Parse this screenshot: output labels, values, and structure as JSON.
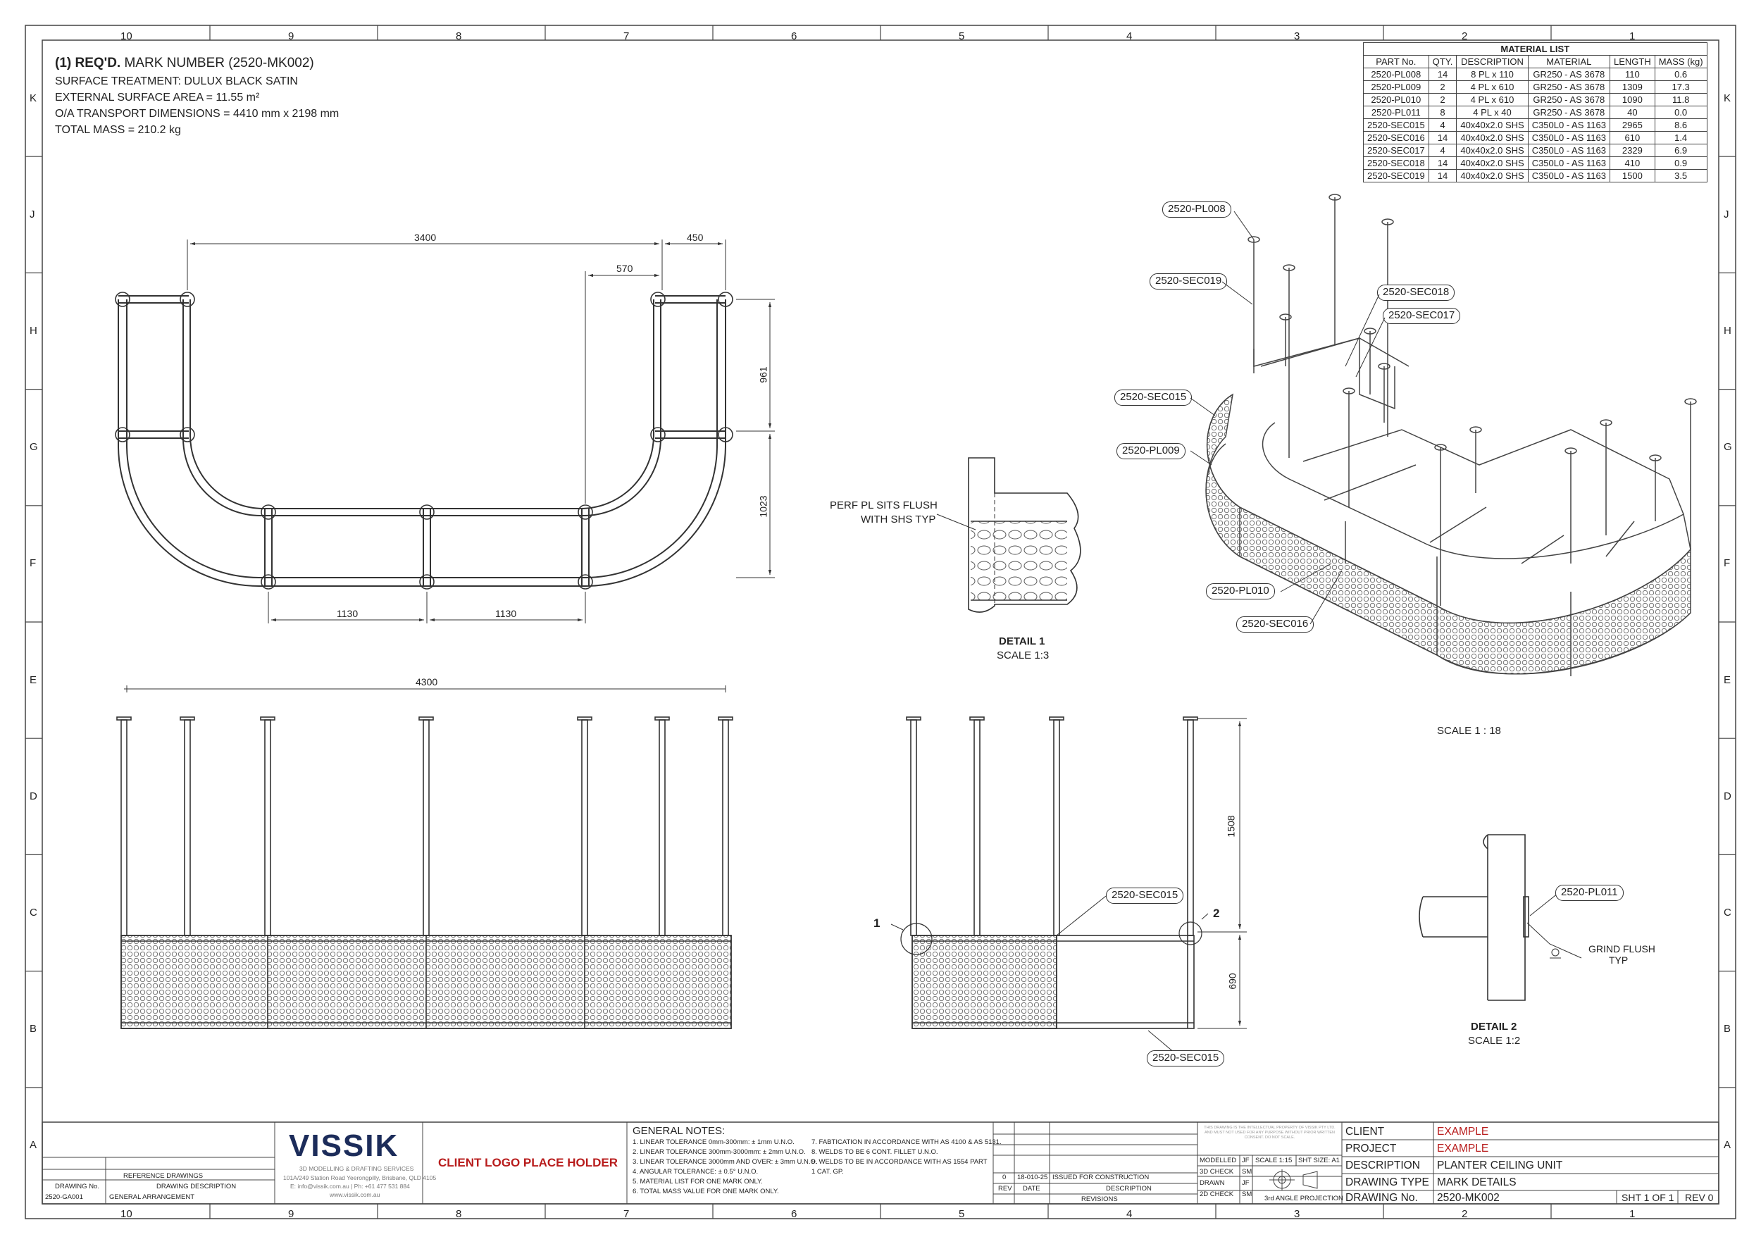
{
  "grid": {
    "columns": [
      "10",
      "9",
      "8",
      "7",
      "6",
      "5",
      "4",
      "3",
      "2",
      "1"
    ],
    "rows": [
      "K",
      "J",
      "H",
      "G",
      "F",
      "E",
      "D",
      "C",
      "B",
      "A"
    ]
  },
  "header": {
    "req_prefix": "(1) REQ'D.",
    "mark_number": "MARK NUMBER (2520-MK002)",
    "surface_treatment": "SURFACE TREATMENT: DULUX BLACK SATIN",
    "surface_area": "EXTERNAL SURFACE AREA = 11.55 m²",
    "transport_dims": "O/A TRANSPORT DIMENSIONS = 4410 mm x 2198 mm",
    "total_mass": "TOTAL MASS = 210.2 kg"
  },
  "material_list": {
    "title": "MATERIAL LIST",
    "columns": [
      "PART No.",
      "QTY.",
      "DESCRIPTION",
      "MATERIAL",
      "LENGTH",
      "MASS (kg)"
    ],
    "rows": [
      [
        "2520-PL008",
        "14",
        "8 PL x 110",
        "GR250 - AS 3678",
        "110",
        "0.6"
      ],
      [
        "2520-PL009",
        "2",
        "4 PL x 610",
        "GR250 - AS 3678",
        "1309",
        "17.3"
      ],
      [
        "2520-PL010",
        "2",
        "4 PL x 610",
        "GR250 - AS 3678",
        "1090",
        "11.8"
      ],
      [
        "2520-PL011",
        "8",
        "4 PL x 40",
        "GR250 - AS 3678",
        "40",
        "0.0"
      ],
      [
        "2520-SEC015",
        "4",
        "40x40x2.0 SHS",
        "C350L0 - AS 1163",
        "2965",
        "8.6"
      ],
      [
        "2520-SEC016",
        "14",
        "40x40x2.0 SHS",
        "C350L0 - AS 1163",
        "610",
        "1.4"
      ],
      [
        "2520-SEC017",
        "4",
        "40x40x2.0 SHS",
        "C350L0 - AS 1163",
        "2329",
        "6.9"
      ],
      [
        "2520-SEC018",
        "14",
        "40x40x2.0 SHS",
        "C350L0 - AS 1163",
        "410",
        "0.9"
      ],
      [
        "2520-SEC019",
        "14",
        "40x40x2.0 SHS",
        "C350L0 - AS 1163",
        "1500",
        "3.5"
      ]
    ]
  },
  "plan_view": {
    "dims": {
      "top_span": "3400",
      "right_end": "450",
      "inner": "570",
      "side_upper": "961",
      "side_lower": "1023",
      "bottom_left": "1130",
      "bottom_right": "1130"
    }
  },
  "elevation_view": {
    "overall": "4300"
  },
  "side_view": {
    "dims": {
      "height_upper": "1508",
      "height_lower": "690"
    },
    "marker1": "1",
    "marker2": "2"
  },
  "callouts": {
    "pl008": "2520-PL008",
    "sec019": "2520-SEC019",
    "sec018": "2520-SEC018",
    "sec017": "2520-SEC017",
    "sec015": "2520-SEC015",
    "pl009": "2520-PL009",
    "pl010": "2520-PL010",
    "sec016": "2520-SEC016",
    "side_sec015_top": "2520-SEC015",
    "side_sec015_bottom": "2520-SEC015",
    "pl011": "2520-PL011"
  },
  "detail1": {
    "note_line1": "PERF PL SITS FLUSH",
    "note_line2": "WITH SHS TYP",
    "title": "DETAIL 1",
    "scale": "SCALE 1:3"
  },
  "iso_scale": "SCALE 1 : 18",
  "detail2": {
    "note_line1": "GRIND FLUSH",
    "note_line2": "TYP",
    "title": "DETAIL 2",
    "scale": "SCALE 1:2"
  },
  "reference_drawings": {
    "title": "REFERENCE DRAWINGS",
    "col1": "DRAWING No.",
    "col2": "DRAWING DESCRIPTION",
    "rows": [
      [
        "2520-GA001",
        "GENERAL ARRANGEMENT"
      ]
    ]
  },
  "company": {
    "name": "VISSIK",
    "line1": "3D MODELLING & DRAFTING SERVICES",
    "line2": "101A/249 Station Road Yeerongpilly, Brisbane, QLD 4105",
    "line3": "E: info@vissik.com.au | Ph: +61 477 531 884",
    "line4": "www.vissik.com.au"
  },
  "client_logo": "CLIENT LOGO PLACE HOLDER",
  "general_notes": {
    "title": "GENERAL NOTES:",
    "left": [
      "1. LINEAR TOLERANCE 0mm-300mm: ± 1mm U.N.O.",
      "2. LINEAR TOLERANCE 300mm-3000mm: ± 2mm U.N.O.",
      "3. LINEAR TOLERANCE 3000mm AND OVER: ± 3mm U.N.O.",
      "4. ANGULAR TOLERANCE: ± 0.5° U.N.O.",
      "5. MATERIAL LIST FOR ONE MARK ONLY.",
      "6. TOTAL MASS VALUE FOR ONE MARK ONLY."
    ],
    "right": [
      "7. FABTICATION IN ACCORDANCE WITH AS 4100 & AS 5131.",
      "8. WELDS TO BE 6 CONT. FILLET U.N.O.",
      "9. WELDS TO BE IN ACCORDANCE WITH AS 1554 PART",
      "   1 CAT. GP."
    ]
  },
  "revisions": {
    "rows": [
      [
        "0",
        "18-010-25",
        "ISSUED FOR CONSTRUCTION"
      ]
    ],
    "col_rev": "REV",
    "col_date": "DATE",
    "col_desc": "DESCRIPTION",
    "title": "REVISIONS"
  },
  "checks": {
    "disclaimer": "THIS DRAWING IS THE INTELLECTUAL PROPERTY OF VISSIK PTY LTD. AND MUST NOT USED FOR ANY PURPOSE WITHOUT PRIOR WRITTEN CONSENT. DO NOT SCALE.",
    "rows": [
      [
        "MODELLED",
        "JF"
      ],
      [
        "3D CHECK",
        "SM"
      ],
      [
        "DRAWN",
        "JF"
      ],
      [
        "2D CHECK",
        "SM"
      ]
    ],
    "scale": "SCALE 1:15",
    "sheet_size": "SHT SIZE: A1",
    "projection": "3rd ANGLE PROJECTION"
  },
  "title_block": {
    "client_label": "CLIENT",
    "client_value": "EXAMPLE",
    "project_label": "PROJECT",
    "project_value": "EXAMPLE",
    "description_label": "DESCRIPTION",
    "description_value": "PLANTER CEILING UNIT",
    "drawing_type_label": "DRAWING TYPE",
    "drawing_type_value": "MARK DETAILS",
    "drawing_no_label": "DRAWING No.",
    "drawing_no_value": "2520-MK002",
    "sheet": "SHT 1  OF  1",
    "rev": "REV 0"
  },
  "colors": {
    "line": "#333333",
    "accent_red": "#b81c1c",
    "brand_navy": "#1c2c5a"
  }
}
